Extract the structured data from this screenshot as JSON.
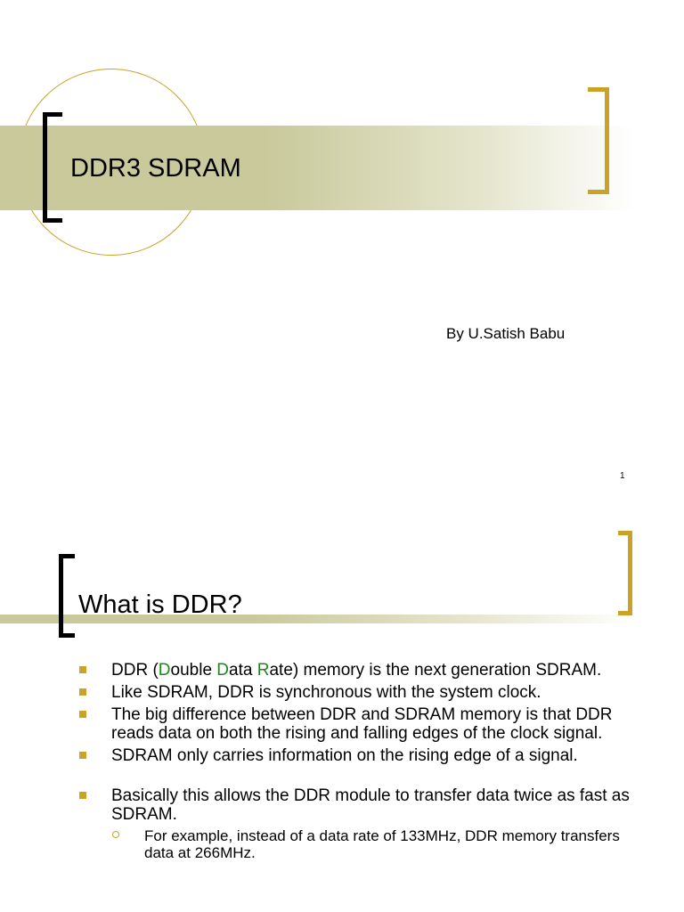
{
  "slide1": {
    "title": "DDR3 SDRAM",
    "author": "By U.Satish Babu",
    "page_number": "1"
  },
  "slide2": {
    "title": "What is DDR?",
    "bullet1": {
      "pre": "DDR (",
      "d1": "D",
      "t1": "ouble ",
      "d2": "D",
      "t2": "ata ",
      "d3": "R",
      "t3": "ate) memory is the next generation SDRAM."
    },
    "bullets": [
      "Like SDRAM, DDR is synchronous with the system clock.",
      "The big difference between DDR and SDRAM memory is that DDR reads data on both the rising and falling edges of the clock signal.",
      "SDRAM only carries information on the rising edge of a signal.",
      "Basically this allows the DDR module to transfer data twice as fast as SDRAM."
    ],
    "sub_bullet": "For example, instead of a data rate of 133MHz, DDR memory transfers data at 266MHz."
  },
  "colors": {
    "accent_gold": "#c9a227",
    "band_olive": "#c9c99c",
    "highlight_green": "#1a8a1a"
  }
}
